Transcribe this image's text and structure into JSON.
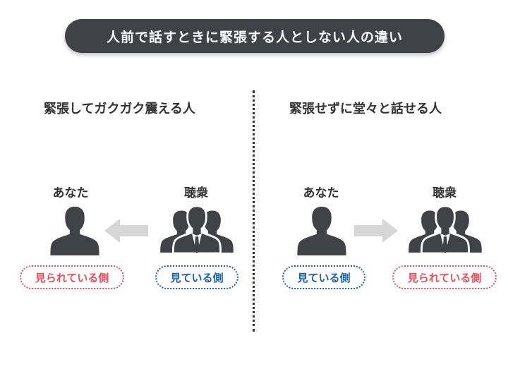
{
  "title": "人前で話すときに緊張する人としない人の違い",
  "left": {
    "heading": "緊張してガクガク震える人",
    "you_label": "あなた",
    "audience_label": "聴衆",
    "you_badge": "見られている側",
    "audience_badge": "見ている側"
  },
  "right": {
    "heading": "緊張せずに堂々と話せる人",
    "you_label": "あなた",
    "audience_label": "聴衆",
    "you_badge": "見ている側",
    "audience_badge": "見られている側"
  },
  "colors": {
    "pill": "#3f4246",
    "figure": "#3f4246",
    "arrow": "#d7d7d7",
    "red": "#e8505b",
    "blue": "#1f5fa8"
  },
  "icons": [
    "person-icon",
    "audience-icon",
    "arrow-left-icon",
    "arrow-right-icon"
  ]
}
